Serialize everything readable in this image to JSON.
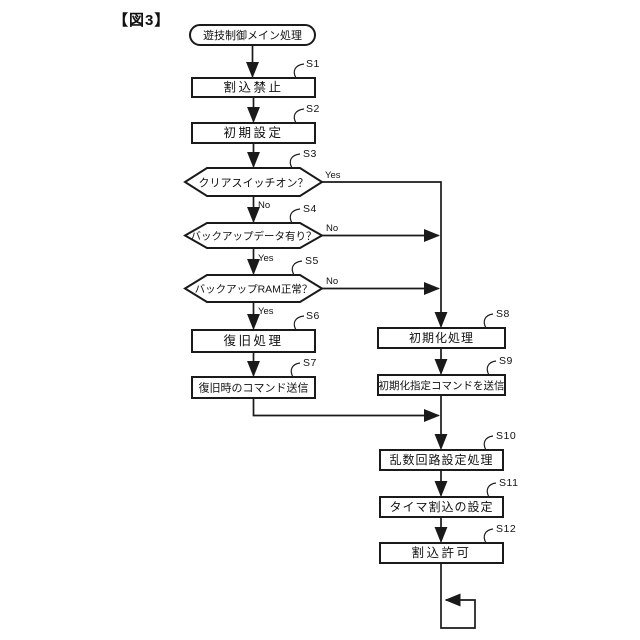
{
  "figure_label": "【図3】",
  "flowchart": {
    "start_node": {
      "label": "遊技制御メイン処理"
    },
    "nodes": [
      {
        "step": "S1",
        "label": "割込禁止",
        "type": "process"
      },
      {
        "step": "S2",
        "label": "初期設定",
        "type": "process"
      },
      {
        "step": "S3",
        "label": "クリアスイッチオン？",
        "type": "decision"
      },
      {
        "step": "S4",
        "label": "バックアップデータ有り？",
        "type": "decision"
      },
      {
        "step": "S5",
        "label": "バックアップRAM正常？",
        "type": "decision"
      },
      {
        "step": "S6",
        "label": "復旧処理",
        "type": "process"
      },
      {
        "step": "S7",
        "label": "復旧時のコマンド送信",
        "type": "process"
      },
      {
        "step": "S8",
        "label": "初期化処理",
        "type": "process"
      },
      {
        "step": "S9",
        "label": "初期化指定コマンドを送信",
        "type": "process"
      },
      {
        "step": "S10",
        "label": "乱数回路設定処理",
        "type": "process"
      },
      {
        "step": "S11",
        "label": "タイマ割込の設定",
        "type": "process"
      },
      {
        "step": "S12",
        "label": "割込許可",
        "type": "process"
      }
    ],
    "branch_labels": {
      "yes": "Yes",
      "no": "No"
    },
    "colors": {
      "line": "#1a1a1a",
      "fill": "#ffffff",
      "background": "#ffffff"
    }
  }
}
